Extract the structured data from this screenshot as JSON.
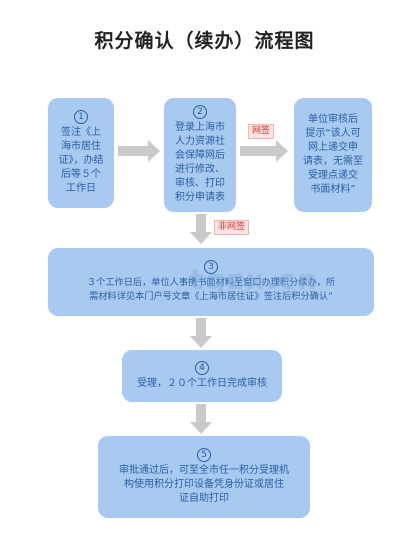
{
  "title": "积分确认（续办）流程图",
  "tags": {
    "online": "网签",
    "offline": "非网签"
  },
  "watermark": "tqzx.cn",
  "steps": [
    {
      "num": "1",
      "text": "签注《上\n海市居住\n证》，办结\n后等５个\n工作日"
    },
    {
      "num": "2",
      "text": "登录上海市\n人力资源社\n会保障网后\n进行修改、\n审核、打印\n积分申请表"
    },
    {
      "num": "",
      "text": "单位审核后\n提示“该人可\n网上递交申\n请表，无需至\n受理点递交\n书面材料”"
    },
    {
      "num": "3",
      "text": "３个工作日后，单位人事携书面材料至窗口办理积分续办，所\n需材料详见本门户号文章《上海市居住证》签注后积分确认”"
    },
    {
      "num": "4",
      "text": "受理，２０个工作日完成审核"
    },
    {
      "num": "5",
      "text": "审批通过后，可至全市任一积分受理机\n构使用积分打印设备凭身份证或居住\n证自助打印"
    }
  ]
}
